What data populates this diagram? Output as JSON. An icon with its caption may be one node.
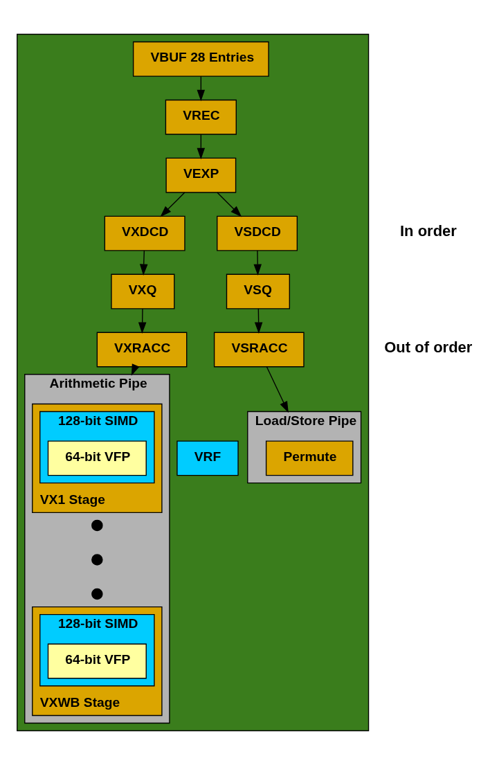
{
  "diagram": {
    "nodes": [
      {
        "text": [],
        "shape": "box"
      },
      {
        "text": [
          "VBUF 28 Entries"
        ],
        "in": 0
      },
      {
        "text": [
          "VREC"
        ],
        "in": 0
      },
      {
        "text": [
          "VEXP"
        ],
        "in": 0
      },
      {
        "text": [
          "VXDCD"
        ],
        "in": 0
      },
      {
        "text": [
          "VSDCD"
        ],
        "in": 0
      },
      {
        "text": [
          "VXQ"
        ],
        "in": 0
      },
      {
        "text": [
          "VSQ"
        ],
        "in": 0
      },
      {
        "text": [
          "VXRACC"
        ],
        "in": 0
      },
      {
        "text": [
          "VSRACC"
        ],
        "in": 0
      },
      {
        "text": [
          "VRF"
        ],
        "in": 0
      },
      {
        "text": [
          "Arithmetic Pipe"
        ],
        "in": 0
      },
      {
        "text": [
          "VX1 Stage"
        ],
        "in": 11
      },
      {
        "text": [
          "128-bit SIMD"
        ],
        "in": 12
      },
      {
        "text": [
          "64-bit VFP"
        ],
        "in": 13
      },
      {
        "text": [],
        "shape": "circle",
        "in": 11
      },
      {
        "text": [],
        "shape": "circle",
        "in": 11
      },
      {
        "text": [],
        "shape": "circle",
        "in": 11
      },
      {
        "text": [
          "VXWB Stage"
        ],
        "in": 11
      },
      {
        "text": [
          "128-bit SIMD"
        ],
        "in": 18
      },
      {
        "text": [
          "64-bit VFP"
        ],
        "in": 19
      },
      {
        "text": [
          "Load/Store Pipe"
        ],
        "in": 0
      },
      {
        "text": [
          "Permute"
        ],
        "in": 21
      }
    ],
    "edges": [
      {
        "from": 1,
        "to": 2,
        "arrow": "to"
      },
      {
        "from": 2,
        "to": 3,
        "arrow": "to"
      },
      {
        "from": 3,
        "to": 4,
        "arrow": "to"
      },
      {
        "from": 3,
        "to": 5,
        "arrow": "to"
      },
      {
        "from": 4,
        "to": 6,
        "arrow": "to"
      },
      {
        "from": 5,
        "to": 7,
        "arrow": "to"
      },
      {
        "from": 6,
        "to": 8,
        "arrow": "to"
      },
      {
        "from": 7,
        "to": 9,
        "arrow": "to"
      },
      {
        "from": 8,
        "to": 11,
        "arrow": "to"
      },
      {
        "from": 9,
        "to": 21,
        "arrow": "to"
      }
    ],
    "labels": [
      "In order",
      "Out of order"
    ]
  }
}
